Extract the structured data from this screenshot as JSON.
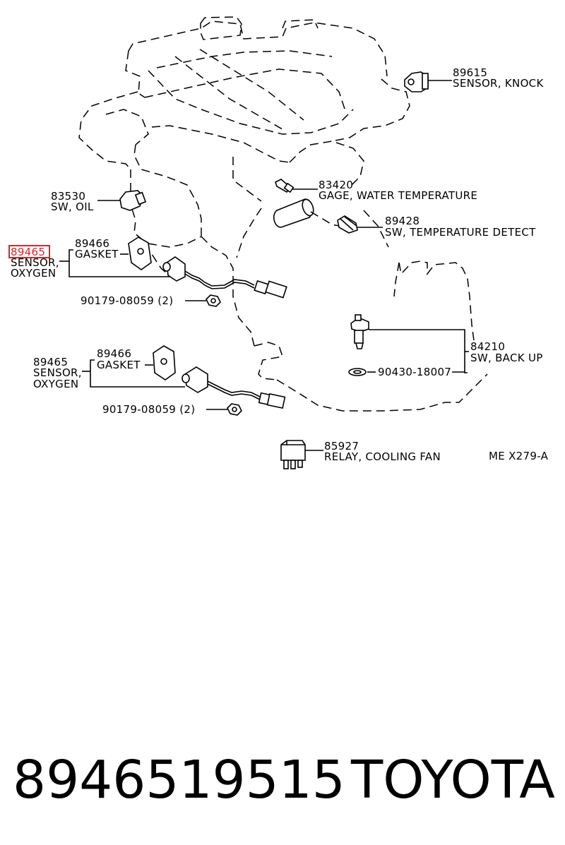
{
  "labels": {
    "knock_code": "89615",
    "knock_name": "SENSOR, KNOCK",
    "water_code": "83420",
    "water_name": "GAGE, WATER TEMPERATURE",
    "oil_code": "83530",
    "oil_name": "SW, OIL",
    "tempdetect_code": "89428",
    "tempdetect_name": "SW, TEMPERATURE DETECT",
    "oxy1_code": "89465",
    "oxy1_name_l1": "SENSOR,",
    "oxy1_name_l2": "OXYGEN",
    "gasket1_code": "89466",
    "gasket1_name": "GASKET",
    "nut1": "90179-08059 (2)",
    "backup_code": "84210",
    "backup_name": "SW, BACK UP",
    "washer": "90430-18007",
    "oxy2_code": "89465",
    "oxy2_name_l1": "SENSOR,",
    "oxy2_name_l2": "OXYGEN",
    "gasket2_code": "89466",
    "gasket2_name": "GASKET",
    "nut2": "90179-08059 (2)",
    "relay_code": "85927",
    "relay_name": "RELAY, COOLING FAN",
    "figure_ref": "ME X279-A"
  },
  "highlight_color": "#d9252a",
  "footer": {
    "part_number": "8946519515",
    "brand": "TOYOTA"
  }
}
